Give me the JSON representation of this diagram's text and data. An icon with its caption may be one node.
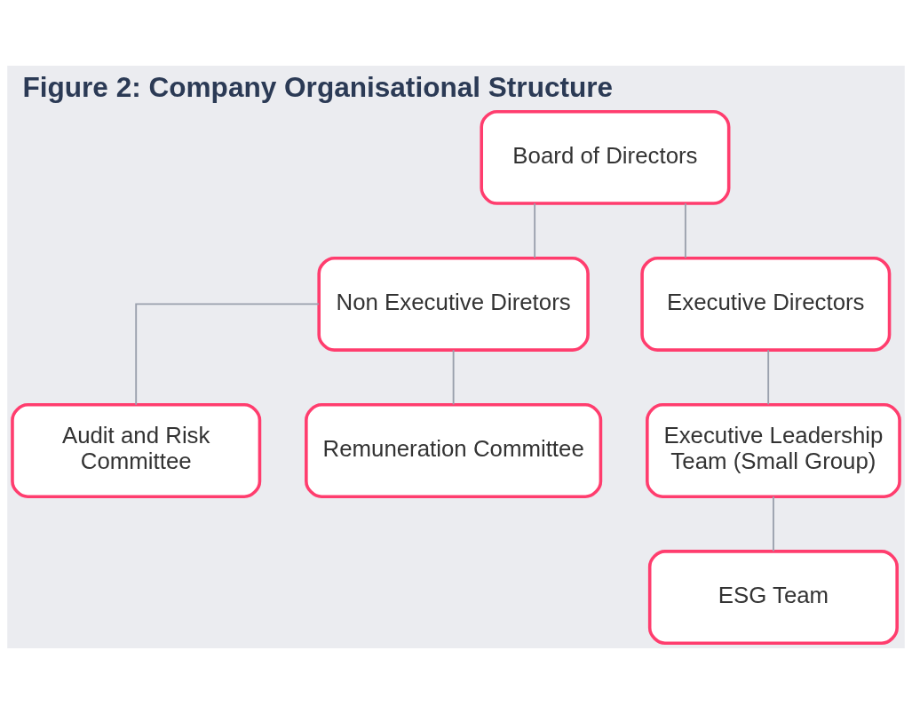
{
  "diagram": {
    "title": "Figure 2: Company Organisational Structure",
    "nodes": [
      {
        "text": [
          "Board of Directors"
        ]
      },
      {
        "text": [
          "Non Executive Diretors"
        ]
      },
      {
        "text": [
          "Executive Directors"
        ]
      },
      {
        "text": [
          "Audit and Risk Committee"
        ]
      },
      {
        "text": [
          "Remuneration Committee"
        ]
      },
      {
        "text": [
          "Executive Leadership Team (Small Group)"
        ]
      },
      {
        "text": [
          "ESG Team"
        ]
      }
    ],
    "edges": [
      {
        "from": 0,
        "to": 1,
        "arrow": "none"
      },
      {
        "from": 0,
        "to": 2,
        "arrow": "none"
      },
      {
        "from": 1,
        "to": 3,
        "arrow": "none"
      },
      {
        "from": 1,
        "to": 4,
        "arrow": "none"
      },
      {
        "from": 2,
        "to": 5,
        "arrow": "none"
      },
      {
        "from": 5,
        "to": 6,
        "arrow": "none"
      }
    ]
  }
}
